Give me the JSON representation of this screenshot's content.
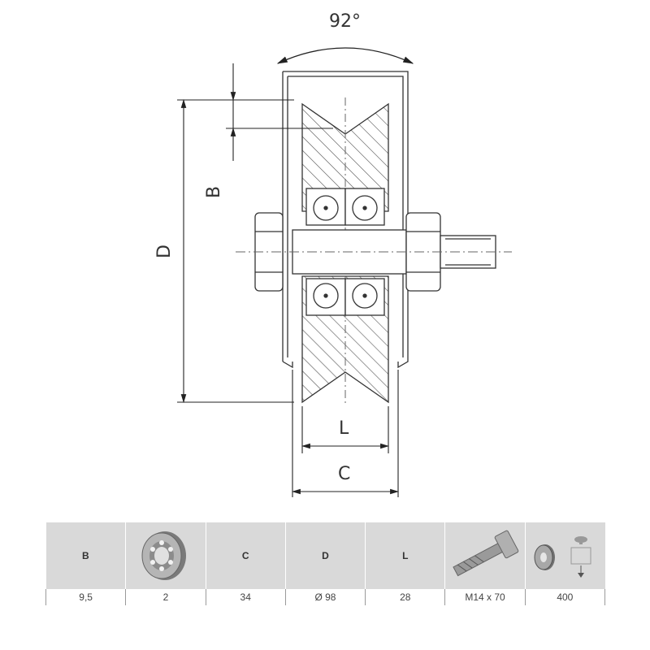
{
  "drawing": {
    "angle_label": "92°",
    "dim_D": "D",
    "dim_B": "B",
    "dim_L": "L",
    "dim_C": "C"
  },
  "table": {
    "headers": {
      "b": "B",
      "bearing_icon": "bearing-icon",
      "c": "C",
      "d": "D",
      "l": "L",
      "bolt_icon": "bolt-icon",
      "load_icon": "load-icon"
    },
    "values": {
      "b": "9,5",
      "bearing": "2",
      "c": "34",
      "d": "Ø 98",
      "l": "28",
      "bolt": "M14 x 70",
      "load": "400"
    }
  }
}
